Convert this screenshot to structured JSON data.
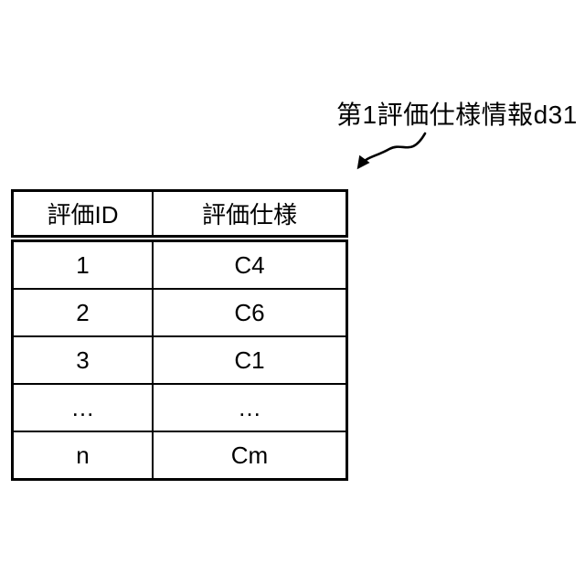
{
  "figure": {
    "label": "第1評価仕様情報d31"
  },
  "table": {
    "headers": [
      "評価ID",
      "評価仕様"
    ],
    "rows": [
      [
        "1",
        "C4"
      ],
      [
        "2",
        "C6"
      ],
      [
        "3",
        "C1"
      ],
      [
        "…",
        "…"
      ],
      [
        "n",
        "Cm"
      ]
    ]
  },
  "colors": {
    "line": "#000000",
    "background": "#ffffff"
  }
}
